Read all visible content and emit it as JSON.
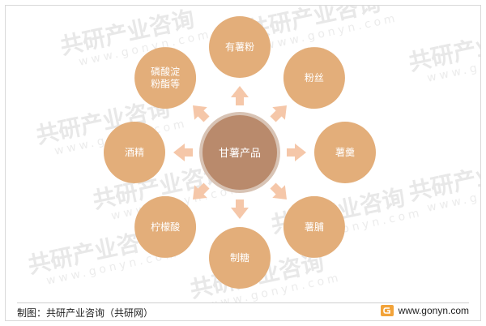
{
  "diagram": {
    "center": {
      "label": "甘薯产品"
    },
    "nodes": [
      {
        "id": "top",
        "lines": [
          "有薯粉"
        ]
      },
      {
        "id": "top-right",
        "lines": [
          "粉丝"
        ]
      },
      {
        "id": "right",
        "lines": [
          "薯羹"
        ]
      },
      {
        "id": "bottom-right",
        "lines": [
          "薯脯"
        ]
      },
      {
        "id": "bottom",
        "lines": [
          "制糖"
        ]
      },
      {
        "id": "bottom-left",
        "lines": [
          "柠檬酸"
        ]
      },
      {
        "id": "left",
        "lines": [
          "酒精"
        ]
      },
      {
        "id": "top-left",
        "lines": [
          "磷酸淀",
          "粉酯等"
        ]
      }
    ],
    "colors": {
      "node_fill": "#e3ae7a",
      "center_fill": "#b98a6c",
      "center_ring": "#d8c3b4",
      "arrow_fill": "#f5c7a9"
    }
  },
  "watermark": {
    "text": "共研产业咨询",
    "url": "www.gonyn.com"
  },
  "footer": {
    "source": "制图：共研产业咨询（共研网）",
    "site": "www.gonyn.com",
    "logo_icon": "gonyn-logo-icon"
  }
}
